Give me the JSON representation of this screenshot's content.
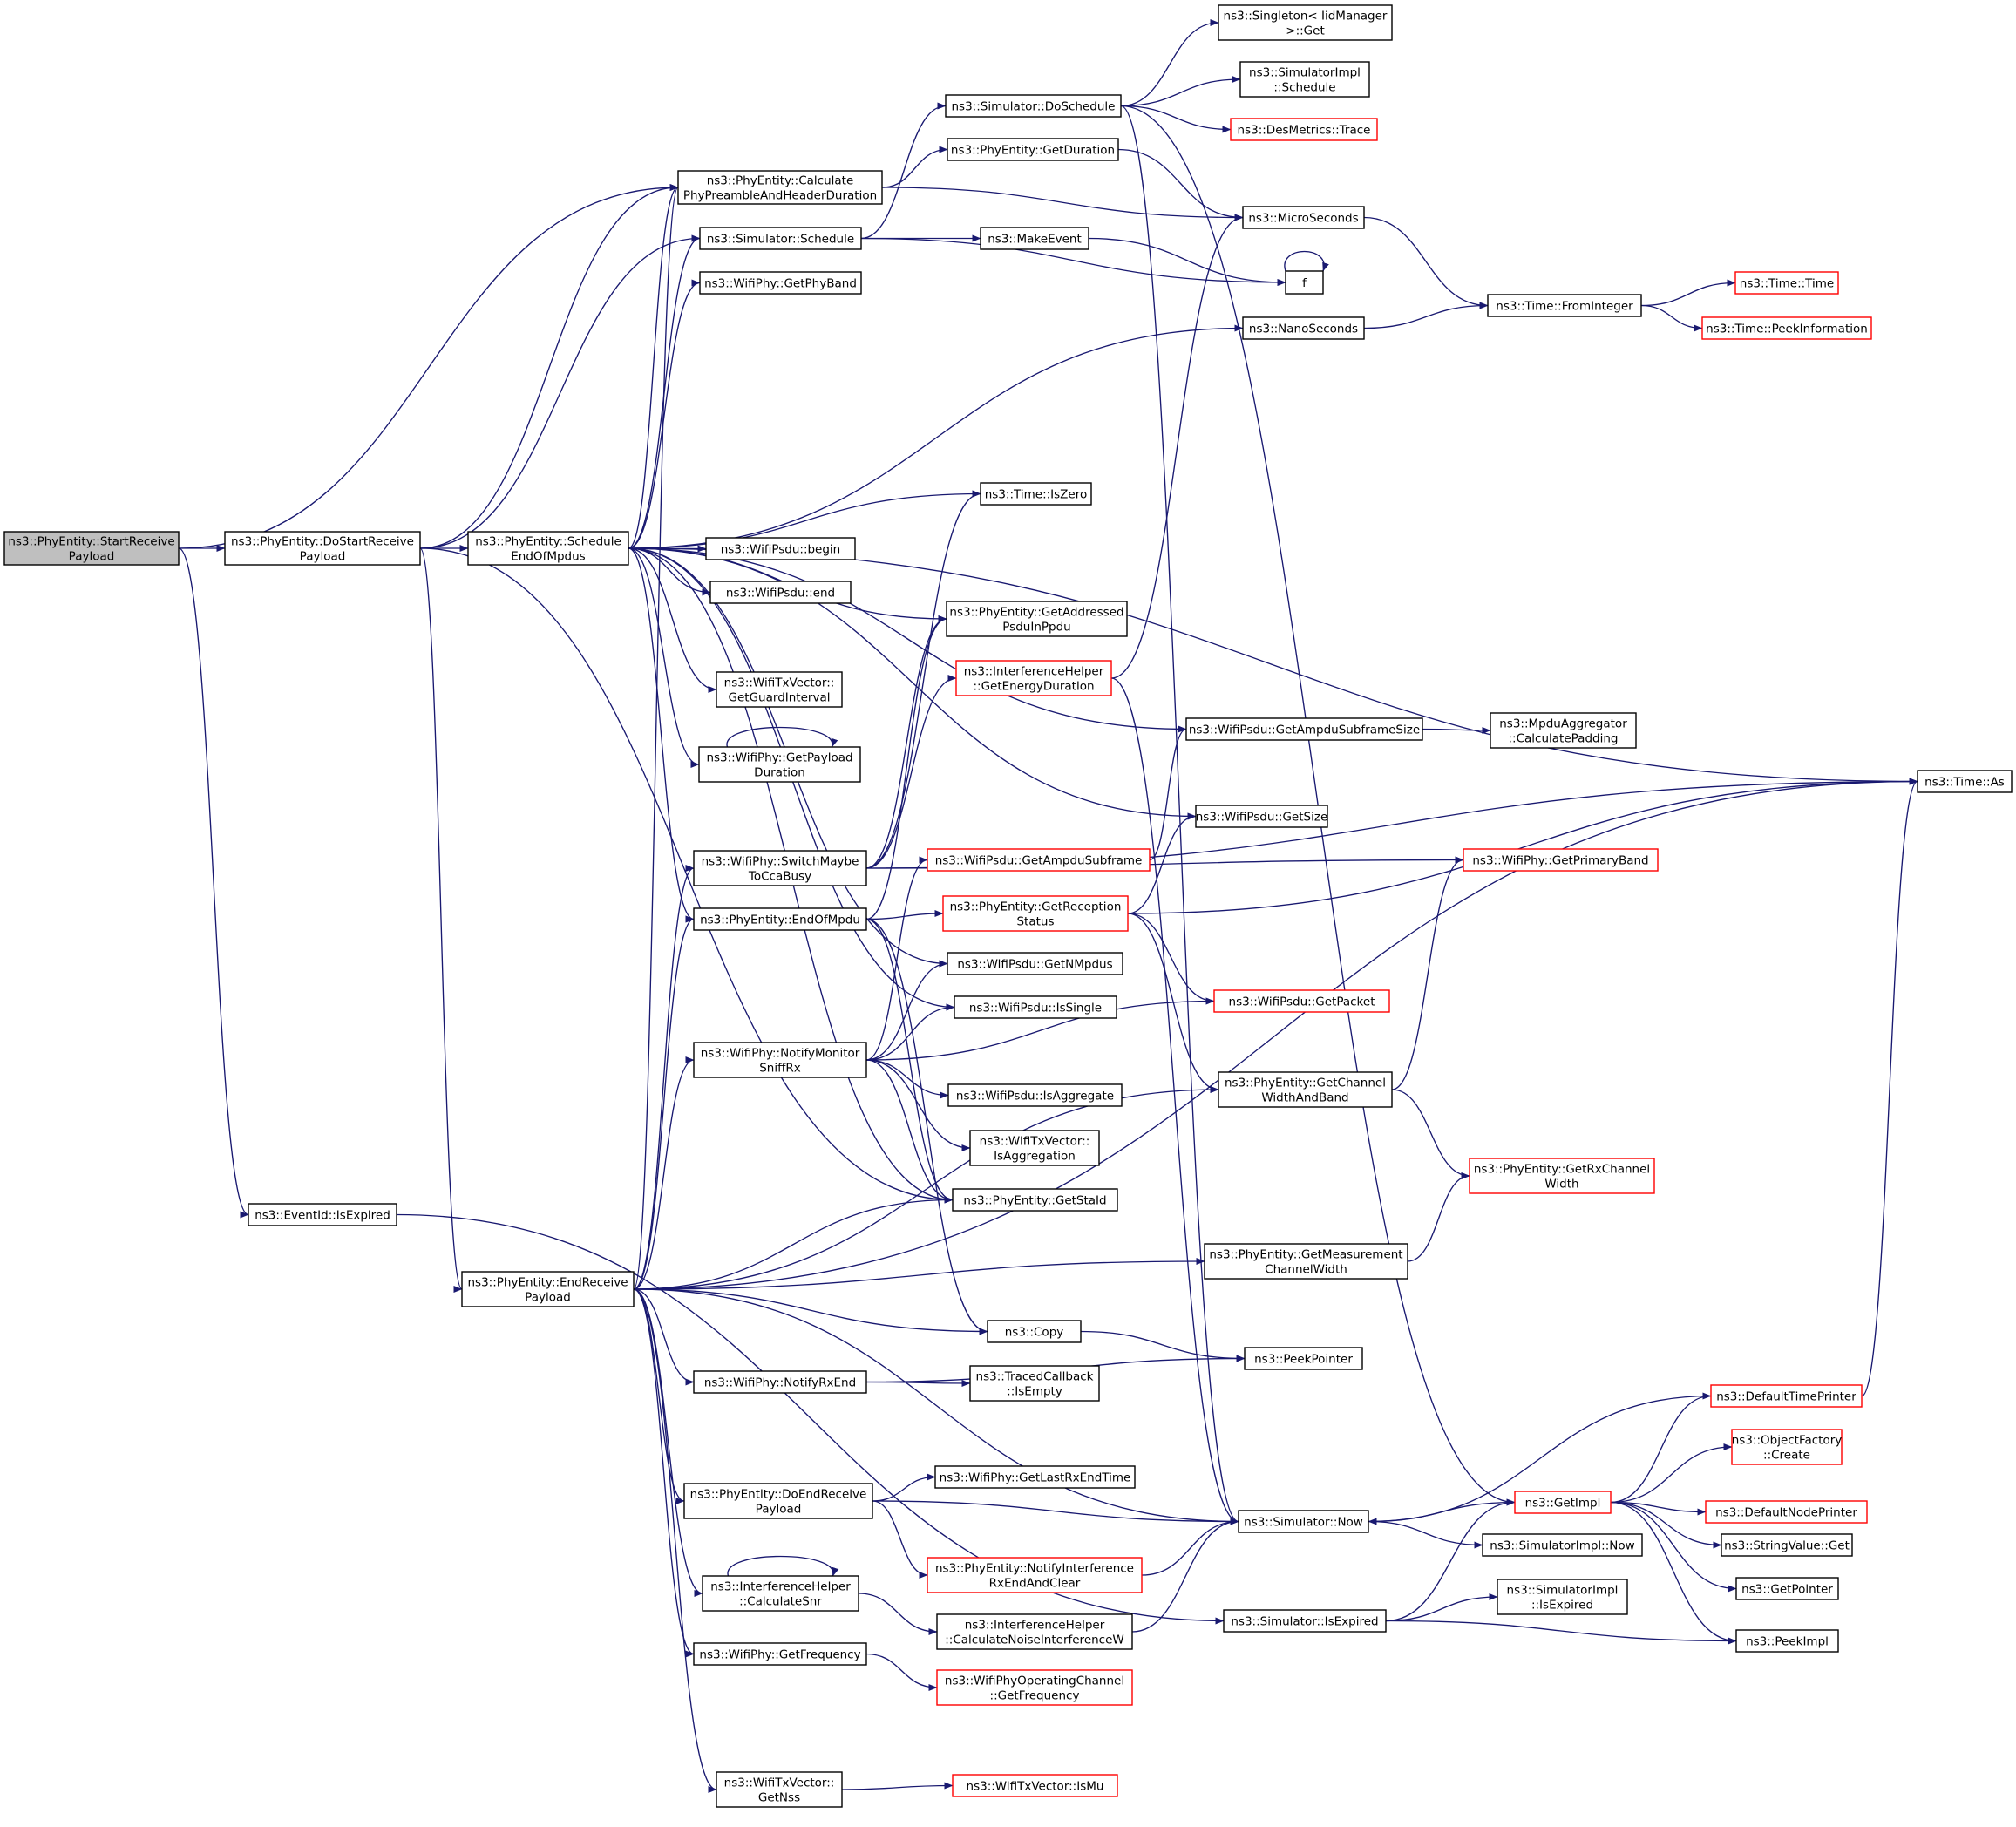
{
  "colors": {
    "edge": "#191970",
    "normal_border": "#000000",
    "truncated_border": "#ff0000",
    "root_fill": "#bfbfbf",
    "node_fill": "#ffffff"
  },
  "nodes": [
    {
      "id": "start",
      "lines": [
        "ns3::PhyEntity::StartReceive",
        "Payload"
      ],
      "style": "root"
    },
    {
      "id": "dostart",
      "lines": [
        "ns3::PhyEntity::DoStartReceive",
        "Payload"
      ],
      "style": "normal"
    },
    {
      "id": "sched_eom",
      "lines": [
        "ns3::PhyEntity::Schedule",
        "EndOfMpdus"
      ],
      "style": "normal"
    },
    {
      "id": "calc_pre",
      "lines": [
        "ns3::PhyEntity::Calculate",
        "PhyPreambleAndHeaderDuration"
      ],
      "style": "normal"
    },
    {
      "id": "sim_sched",
      "lines": [
        "ns3::Simulator::Schedule"
      ],
      "style": "normal"
    },
    {
      "id": "get_phyband",
      "lines": [
        "ns3::WifiPhy::GetPhyBand"
      ],
      "style": "normal"
    },
    {
      "id": "sim_dosched",
      "lines": [
        "ns3::Simulator::DoSchedule"
      ],
      "style": "normal"
    },
    {
      "id": "get_duration",
      "lines": [
        "ns3::PhyEntity::GetDuration"
      ],
      "style": "normal"
    },
    {
      "id": "make_event",
      "lines": [
        "ns3::MakeEvent"
      ],
      "style": "normal"
    },
    {
      "id": "singleton",
      "lines": [
        "ns3::Singleton< IidManager",
        ">::Get"
      ],
      "style": "normal"
    },
    {
      "id": "simimpl_sched",
      "lines": [
        "ns3::SimulatorImpl",
        "::Schedule"
      ],
      "style": "normal"
    },
    {
      "id": "desmetrics",
      "lines": [
        "ns3::DesMetrics::Trace"
      ],
      "style": "truncated"
    },
    {
      "id": "microsec",
      "lines": [
        "ns3::MicroSeconds"
      ],
      "style": "normal"
    },
    {
      "id": "f",
      "lines": [
        "f"
      ],
      "style": "normal"
    },
    {
      "id": "nanosec",
      "lines": [
        "ns3::NanoSeconds"
      ],
      "style": "normal"
    },
    {
      "id": "time_fromint",
      "lines": [
        "ns3::Time::FromInteger"
      ],
      "style": "normal"
    },
    {
      "id": "time_time",
      "lines": [
        "ns3::Time::Time"
      ],
      "style": "truncated"
    },
    {
      "id": "time_peek",
      "lines": [
        "ns3::Time::PeekInformation"
      ],
      "style": "truncated"
    },
    {
      "id": "time_iszero",
      "lines": [
        "ns3::Time::IsZero"
      ],
      "style": "normal"
    },
    {
      "id": "psdu_begin",
      "lines": [
        "ns3::WifiPsdu::begin"
      ],
      "style": "normal"
    },
    {
      "id": "psdu_end",
      "lines": [
        "ns3::WifiPsdu::end"
      ],
      "style": "normal"
    },
    {
      "id": "get_addr",
      "lines": [
        "ns3::PhyEntity::GetAddressed",
        "PsduInPpdu"
      ],
      "style": "normal"
    },
    {
      "id": "txv_gi",
      "lines": [
        "ns3::WifiTxVector::",
        "GetGuardInterval"
      ],
      "style": "normal"
    },
    {
      "id": "ih_energy",
      "lines": [
        "ns3::InterferenceHelper",
        "::GetEnergyDuration"
      ],
      "style": "truncated"
    },
    {
      "id": "psdu_ampdu_size",
      "lines": [
        "ns3::WifiPsdu::GetAmpduSubframeSize"
      ],
      "style": "normal"
    },
    {
      "id": "mpdu_agg",
      "lines": [
        "ns3::MpduAggregator",
        "::CalculatePadding"
      ],
      "style": "normal"
    },
    {
      "id": "time_as",
      "lines": [
        "ns3::Time::As"
      ],
      "style": "normal"
    },
    {
      "id": "get_payload",
      "lines": [
        "ns3::WifiPhy::GetPayload",
        "Duration"
      ],
      "style": "normal"
    },
    {
      "id": "psdu_getsize",
      "lines": [
        "ns3::WifiPsdu::GetSize"
      ],
      "style": "normal"
    },
    {
      "id": "switch_cca",
      "lines": [
        "ns3::WifiPhy::SwitchMaybe",
        "ToCcaBusy"
      ],
      "style": "normal"
    },
    {
      "id": "psdu_ampdu_sub",
      "lines": [
        "ns3::WifiPsdu::GetAmpduSubframe"
      ],
      "style": "truncated"
    },
    {
      "id": "primary_band",
      "lines": [
        "ns3::WifiPhy::GetPrimaryBand"
      ],
      "style": "truncated"
    },
    {
      "id": "end_of_mpdu",
      "lines": [
        "ns3::PhyEntity::EndOfMpdu"
      ],
      "style": "normal"
    },
    {
      "id": "get_rx_status",
      "lines": [
        "ns3::PhyEntity::GetReception",
        "Status"
      ],
      "style": "truncated"
    },
    {
      "id": "psdu_nmpdus",
      "lines": [
        "ns3::WifiPsdu::GetNMpdus"
      ],
      "style": "normal"
    },
    {
      "id": "psdu_issingle",
      "lines": [
        "ns3::WifiPsdu::IsSingle"
      ],
      "style": "normal"
    },
    {
      "id": "psdu_getpacket",
      "lines": [
        "ns3::WifiPsdu::GetPacket"
      ],
      "style": "truncated"
    },
    {
      "id": "notify_monitor",
      "lines": [
        "ns3::WifiPhy::NotifyMonitor",
        "SniffRx"
      ],
      "style": "normal"
    },
    {
      "id": "psdu_isagg",
      "lines": [
        "ns3::WifiPsdu::IsAggregate"
      ],
      "style": "normal"
    },
    {
      "id": "chan_width_band",
      "lines": [
        "ns3::PhyEntity::GetChannel",
        "WidthAndBand"
      ],
      "style": "normal"
    },
    {
      "id": "txv_isagg",
      "lines": [
        "ns3::WifiTxVector::",
        "IsAggregation"
      ],
      "style": "normal"
    },
    {
      "id": "rx_chan_width",
      "lines": [
        "ns3::PhyEntity::GetRxChannel",
        "Width"
      ],
      "style": "truncated"
    },
    {
      "id": "get_staid",
      "lines": [
        "ns3::PhyEntity::GetStaId"
      ],
      "style": "normal"
    },
    {
      "id": "eventid_expired",
      "lines": [
        "ns3::EventId::IsExpired"
      ],
      "style": "normal"
    },
    {
      "id": "meas_chan_width",
      "lines": [
        "ns3::PhyEntity::GetMeasurement",
        "ChannelWidth"
      ],
      "style": "normal"
    },
    {
      "id": "end_rx_payload",
      "lines": [
        "ns3::PhyEntity::EndReceive",
        "Payload"
      ],
      "style": "normal"
    },
    {
      "id": "copy",
      "lines": [
        "ns3::Copy"
      ],
      "style": "normal"
    },
    {
      "id": "peek_pointer",
      "lines": [
        "ns3::PeekPointer"
      ],
      "style": "normal"
    },
    {
      "id": "notify_rx_end",
      "lines": [
        "ns3::WifiPhy::NotifyRxEnd"
      ],
      "style": "normal"
    },
    {
      "id": "traced_empty",
      "lines": [
        "ns3::TracedCallback",
        "::IsEmpty"
      ],
      "style": "normal"
    },
    {
      "id": "default_time_printer",
      "lines": [
        "ns3::DefaultTimePrinter"
      ],
      "style": "truncated"
    },
    {
      "id": "obj_factory",
      "lines": [
        "ns3::ObjectFactory",
        "::Create"
      ],
      "style": "truncated"
    },
    {
      "id": "get_last_rx",
      "lines": [
        "ns3::WifiPhy::GetLastRxEndTime"
      ],
      "style": "normal"
    },
    {
      "id": "do_end_rx",
      "lines": [
        "ns3::PhyEntity::DoEndReceive",
        "Payload"
      ],
      "style": "normal"
    },
    {
      "id": "get_impl",
      "lines": [
        "ns3::GetImpl"
      ],
      "style": "truncated"
    },
    {
      "id": "default_node_printer",
      "lines": [
        "ns3::DefaultNodePrinter"
      ],
      "style": "truncated"
    },
    {
      "id": "sim_now",
      "lines": [
        "ns3::Simulator::Now"
      ],
      "style": "normal"
    },
    {
      "id": "simimpl_now",
      "lines": [
        "ns3::SimulatorImpl::Now"
      ],
      "style": "normal"
    },
    {
      "id": "stringvalue_get",
      "lines": [
        "ns3::StringValue::Get"
      ],
      "style": "normal"
    },
    {
      "id": "notify_interf",
      "lines": [
        "ns3::PhyEntity::NotifyInterference",
        "RxEndAndClear"
      ],
      "style": "truncated"
    },
    {
      "id": "calc_snr",
      "lines": [
        "ns3::InterferenceHelper",
        "::CalculateSnr"
      ],
      "style": "normal"
    },
    {
      "id": "get_pointer",
      "lines": [
        "ns3::GetPointer"
      ],
      "style": "normal"
    },
    {
      "id": "calc_noise",
      "lines": [
        "ns3::InterferenceHelper",
        "::CalculateNoiseInterferenceW"
      ],
      "style": "normal"
    },
    {
      "id": "simimpl_isexpired",
      "lines": [
        "ns3::SimulatorImpl",
        "::IsExpired"
      ],
      "style": "normal"
    },
    {
      "id": "sim_isexpired",
      "lines": [
        "ns3::Simulator::IsExpired"
      ],
      "style": "normal"
    },
    {
      "id": "peek_impl",
      "lines": [
        "ns3::PeekImpl"
      ],
      "style": "normal"
    },
    {
      "id": "get_frequency",
      "lines": [
        "ns3::WifiPhy::GetFrequency"
      ],
      "style": "normal"
    },
    {
      "id": "opchan_freq",
      "lines": [
        "ns3::WifiPhyOperatingChannel",
        "::GetFrequency"
      ],
      "style": "truncated"
    },
    {
      "id": "txv_getnss",
      "lines": [
        "ns3::WifiTxVector::",
        "GetNss"
      ],
      "style": "normal"
    },
    {
      "id": "txv_ismu",
      "lines": [
        "ns3::WifiTxVector::IsMu"
      ],
      "style": "truncated"
    }
  ],
  "edges": [
    [
      "start",
      "dostart"
    ],
    [
      "start",
      "calc_pre"
    ],
    [
      "start",
      "eventid_expired"
    ],
    [
      "dostart",
      "sched_eom"
    ],
    [
      "dostart",
      "calc_pre"
    ],
    [
      "dostart",
      "sim_sched"
    ],
    [
      "dostart",
      "end_rx_payload"
    ],
    [
      "dostart",
      "get_staid"
    ],
    [
      "sched_eom",
      "calc_pre"
    ],
    [
      "sched_eom",
      "sim_sched"
    ],
    [
      "sched_eom",
      "get_phyband"
    ],
    [
      "sched_eom",
      "nanosec"
    ],
    [
      "sched_eom",
      "time_as"
    ],
    [
      "sched_eom",
      "psdu_getsize"
    ],
    [
      "sched_eom",
      "time_iszero"
    ],
    [
      "sched_eom",
      "psdu_begin"
    ],
    [
      "sched_eom",
      "psdu_end"
    ],
    [
      "sched_eom",
      "get_addr"
    ],
    [
      "sched_eom",
      "psdu_ampdu_size"
    ],
    [
      "sched_eom",
      "txv_gi"
    ],
    [
      "sched_eom",
      "get_payload"
    ],
    [
      "sched_eom",
      "end_of_mpdu"
    ],
    [
      "sched_eom",
      "psdu_nmpdus"
    ],
    [
      "sched_eom",
      "psdu_issingle"
    ],
    [
      "sched_eom",
      "get_staid"
    ],
    [
      "calc_pre",
      "get_duration"
    ],
    [
      "calc_pre",
      "microsec"
    ],
    [
      "sim_sched",
      "sim_dosched"
    ],
    [
      "sim_sched",
      "make_event"
    ],
    [
      "sim_sched",
      "f"
    ],
    [
      "sim_dosched",
      "singleton"
    ],
    [
      "sim_dosched",
      "simimpl_sched"
    ],
    [
      "sim_dosched",
      "desmetrics"
    ],
    [
      "sim_dosched",
      "get_impl"
    ],
    [
      "sim_dosched",
      "sim_now"
    ],
    [
      "get_duration",
      "microsec"
    ],
    [
      "make_event",
      "f"
    ],
    [
      "f",
      "f"
    ],
    [
      "microsec",
      "time_fromint"
    ],
    [
      "nanosec",
      "time_fromint"
    ],
    [
      "time_fromint",
      "time_time"
    ],
    [
      "time_fromint",
      "time_peek"
    ],
    [
      "psdu_ampdu_size",
      "mpdu_agg"
    ],
    [
      "ih_energy",
      "microsec"
    ],
    [
      "ih_energy",
      "sim_now"
    ],
    [
      "get_payload",
      "get_payload"
    ],
    [
      "switch_cca",
      "time_iszero"
    ],
    [
      "switch_cca",
      "get_addr"
    ],
    [
      "switch_cca",
      "ih_energy"
    ],
    [
      "switch_cca",
      "time_as"
    ],
    [
      "switch_cca",
      "primary_band"
    ],
    [
      "end_of_mpdu",
      "get_addr"
    ],
    [
      "end_of_mpdu",
      "get_rx_status"
    ],
    [
      "end_of_mpdu",
      "copy"
    ],
    [
      "end_of_mpdu",
      "get_staid"
    ],
    [
      "get_rx_status",
      "psdu_getsize"
    ],
    [
      "get_rx_status",
      "time_as"
    ],
    [
      "get_rx_status",
      "psdu_getpacket"
    ],
    [
      "get_rx_status",
      "chan_width_band"
    ],
    [
      "psdu_ampdu_sub",
      "psdu_ampdu_size"
    ],
    [
      "notify_monitor",
      "psdu_ampdu_sub"
    ],
    [
      "notify_monitor",
      "psdu_nmpdus"
    ],
    [
      "notify_monitor",
      "psdu_issingle"
    ],
    [
      "notify_monitor",
      "psdu_getpacket"
    ],
    [
      "notify_monitor",
      "psdu_isagg"
    ],
    [
      "notify_monitor",
      "txv_isagg"
    ],
    [
      "notify_monitor",
      "get_staid"
    ],
    [
      "chan_width_band",
      "primary_band"
    ],
    [
      "chan_width_band",
      "rx_chan_width"
    ],
    [
      "meas_chan_width",
      "rx_chan_width"
    ],
    [
      "eventid_expired",
      "sim_isexpired"
    ],
    [
      "end_rx_payload",
      "calc_pre"
    ],
    [
      "end_rx_payload",
      "switch_cca"
    ],
    [
      "end_rx_payload",
      "end_of_mpdu"
    ],
    [
      "end_rx_payload",
      "notify_monitor"
    ],
    [
      "end_rx_payload",
      "time_as"
    ],
    [
      "end_rx_payload",
      "get_staid"
    ],
    [
      "end_rx_payload",
      "chan_width_band"
    ],
    [
      "end_rx_payload",
      "meas_chan_width"
    ],
    [
      "end_rx_payload",
      "copy"
    ],
    [
      "end_rx_payload",
      "notify_rx_end"
    ],
    [
      "end_rx_payload",
      "do_end_rx"
    ],
    [
      "end_rx_payload",
      "calc_snr"
    ],
    [
      "end_rx_payload",
      "get_frequency"
    ],
    [
      "end_rx_payload",
      "sim_now"
    ],
    [
      "end_rx_payload",
      "txv_getnss"
    ],
    [
      "copy",
      "peek_pointer"
    ],
    [
      "notify_rx_end",
      "traced_empty"
    ],
    [
      "notify_rx_end",
      "peek_pointer"
    ],
    [
      "do_end_rx",
      "get_last_rx"
    ],
    [
      "do_end_rx",
      "sim_now"
    ],
    [
      "do_end_rx",
      "notify_interf"
    ],
    [
      "notify_interf",
      "sim_now"
    ],
    [
      "calc_snr",
      "calc_snr"
    ],
    [
      "calc_snr",
      "calc_noise"
    ],
    [
      "calc_noise",
      "sim_now"
    ],
    [
      "sim_now",
      "get_impl"
    ],
    [
      "sim_now",
      "simimpl_now"
    ],
    [
      "get_impl",
      "default_time_printer"
    ],
    [
      "get_impl",
      "obj_factory"
    ],
    [
      "get_impl",
      "default_node_printer"
    ],
    [
      "get_impl",
      "stringvalue_get"
    ],
    [
      "get_impl",
      "get_pointer"
    ],
    [
      "get_impl",
      "peek_impl"
    ],
    [
      "default_time_printer",
      "time_as"
    ],
    [
      "default_time_printer",
      "sim_now"
    ],
    [
      "sim_isexpired",
      "get_impl"
    ],
    [
      "sim_isexpired",
      "simimpl_isexpired"
    ],
    [
      "sim_isexpired",
      "peek_impl"
    ],
    [
      "get_frequency",
      "opchan_freq"
    ],
    [
      "txv_getnss",
      "txv_ismu"
    ]
  ]
}
